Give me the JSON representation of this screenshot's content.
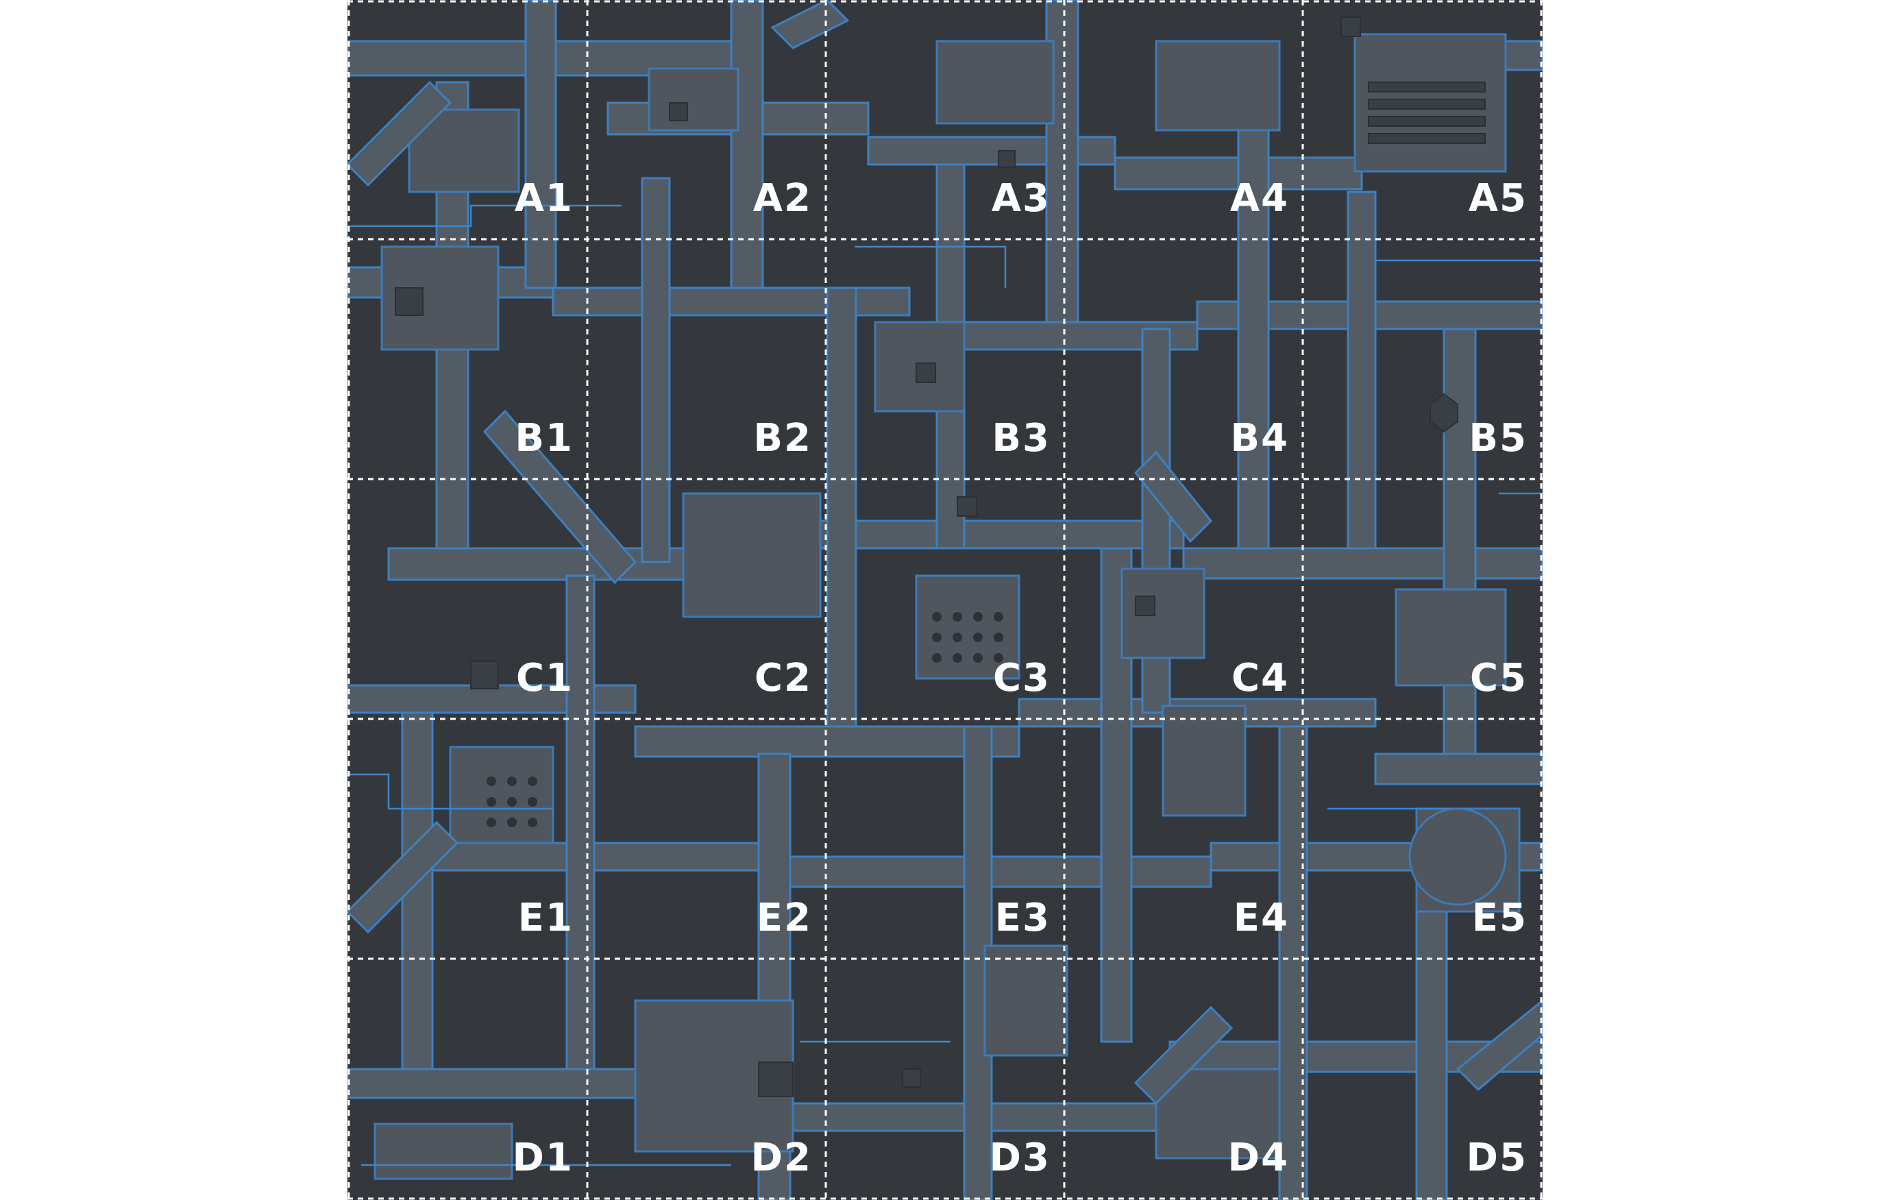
{
  "map": {
    "rows": [
      "A",
      "B",
      "C",
      "E",
      "D"
    ],
    "columns": [
      "1",
      "2",
      "3",
      "4",
      "5"
    ],
    "cells": [
      [
        "A1",
        "A2",
        "A3",
        "A4",
        "A5"
      ],
      [
        "B1",
        "B2",
        "B3",
        "B4",
        "B5"
      ],
      [
        "C1",
        "C2",
        "C3",
        "C4",
        "C5"
      ],
      [
        "E1",
        "E2",
        "E3",
        "E4",
        "E5"
      ],
      [
        "D1",
        "D2",
        "D3",
        "D4",
        "D5"
      ]
    ],
    "colors": {
      "background": "#34383d",
      "corridor": "#535b64",
      "outline": "#3d80c0",
      "gridline": "#ffffff",
      "label": "#ffffff"
    }
  }
}
